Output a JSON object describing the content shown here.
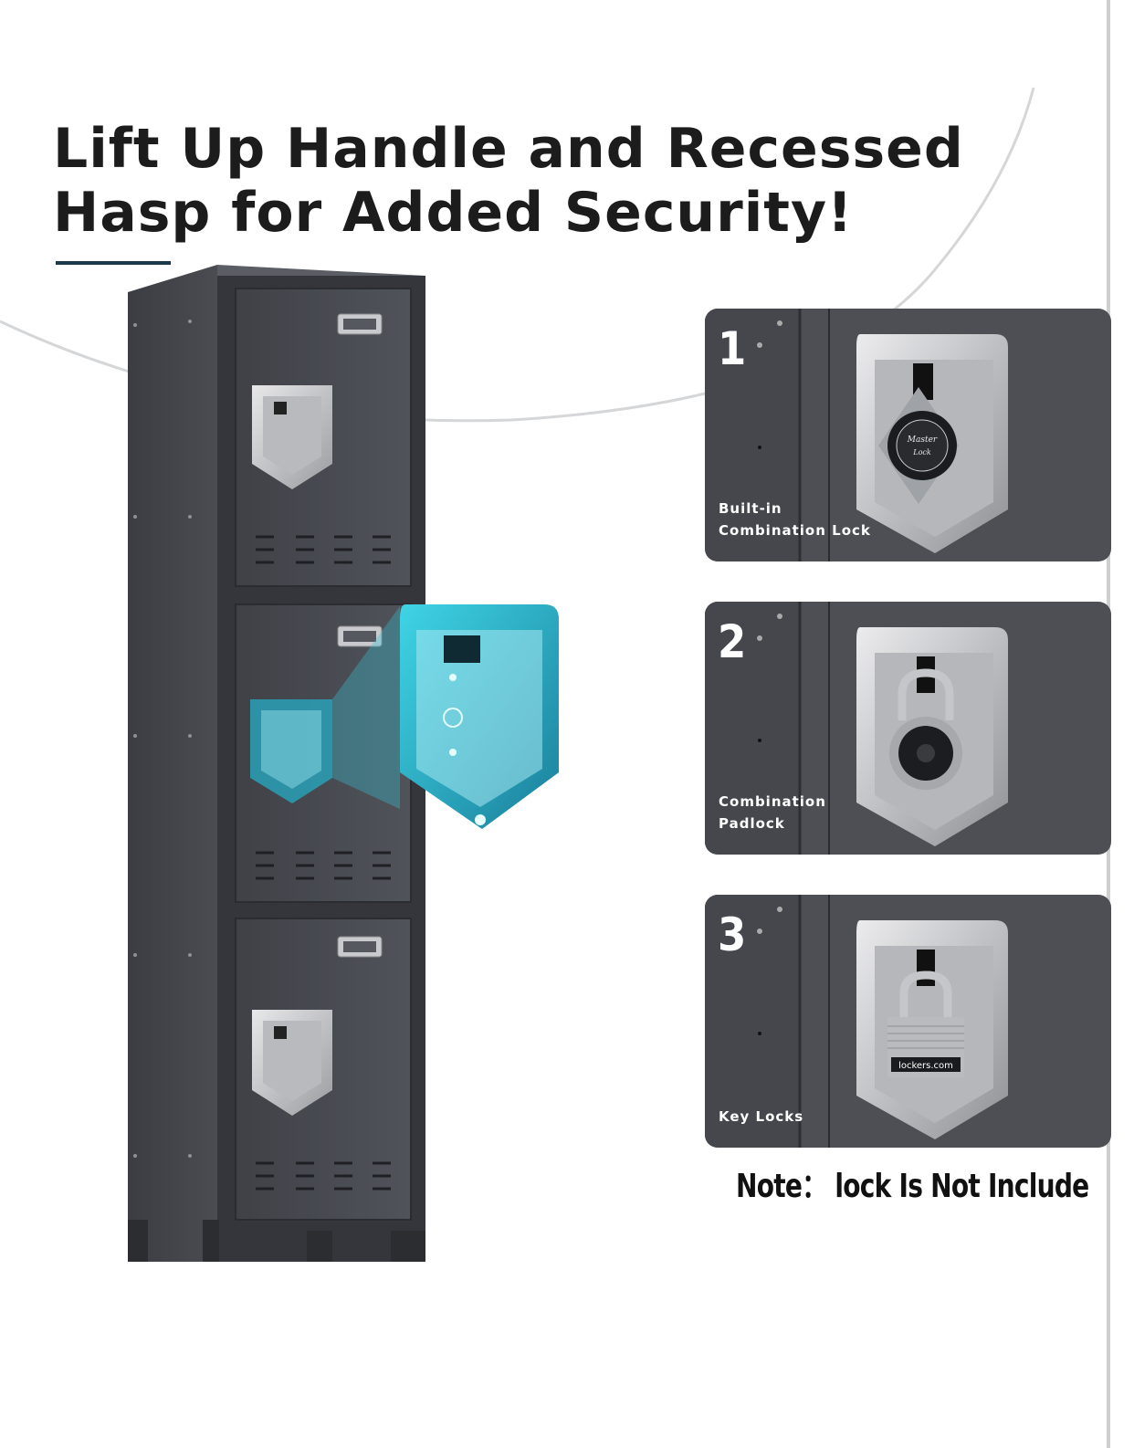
{
  "headline": {
    "line1": "Lift Up Handle and Recessed",
    "line2": "Hasp for Added Security!"
  },
  "options": [
    {
      "number": "1",
      "caption_line1": "Built-in",
      "caption_line2": "Combination Lock",
      "lock_icon": "dial-combination-lock-icon",
      "brand_text": "Master Lock"
    },
    {
      "number": "2",
      "caption_line1": "Combination",
      "caption_line2": "Padlock",
      "lock_icon": "combination-padlock-icon"
    },
    {
      "number": "3",
      "caption_line1": "Key Locks",
      "caption_line2": "",
      "lock_icon": "keyed-padlock-icon",
      "brand_text": "lockers.com"
    }
  ],
  "note": "Note：  lock Is Not Include",
  "colors": {
    "locker_body": "#45474d",
    "panel_bg": "#4d4f54",
    "hasp_highlight": "#39c4d6",
    "headline_text": "#1c1c1c",
    "accent_underline": "#1d3a4a"
  }
}
